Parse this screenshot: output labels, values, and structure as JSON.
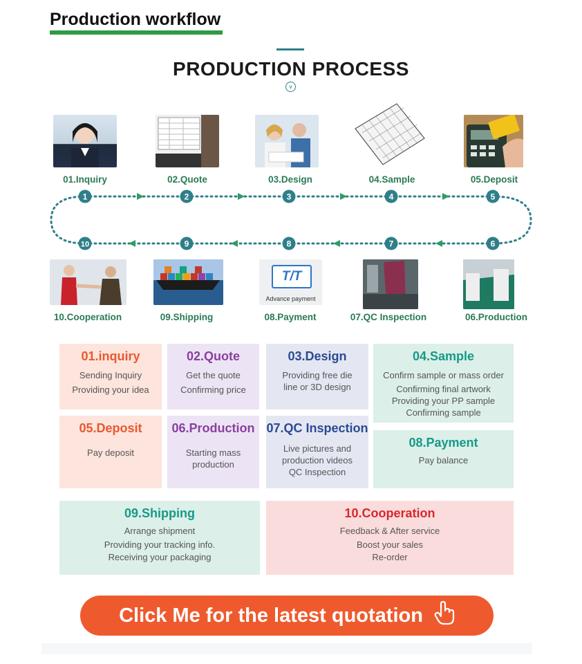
{
  "section_title": "Production workflow",
  "main_title": "PRODUCTION PROCESS",
  "steps_top": [
    {
      "num": "1",
      "label": "01.Inquiry",
      "icon": "customer-service-photo"
    },
    {
      "num": "2",
      "label": "02.Quote",
      "icon": "quote-spreadsheet-photo"
    },
    {
      "num": "3",
      "label": "03.Design",
      "icon": "design-meeting-photo"
    },
    {
      "num": "4",
      "label": "04.Sample",
      "icon": "sample-sketch-photo"
    },
    {
      "num": "5",
      "label": "05.Deposit",
      "icon": "card-payment-photo"
    }
  ],
  "steps_bottom": [
    {
      "num": "10",
      "label": "10.Cooperation",
      "icon": "handshake-photo"
    },
    {
      "num": "9",
      "label": "09.Shipping",
      "icon": "cargo-ship-photo"
    },
    {
      "num": "8",
      "label": "08.Payment",
      "icon": "tt-payment-icon",
      "icon_text": "T/T",
      "icon_caption": "Advance payment"
    },
    {
      "num": "7",
      "label": "07.QC Inspection",
      "icon": "qc-inspection-photo"
    },
    {
      "num": "6",
      "label": "06.Production",
      "icon": "factory-production-photo"
    }
  ],
  "cards": [
    {
      "title": "01.inquiry",
      "lines": [
        "Sending Inquiry",
        "Providing your idea"
      ],
      "bg": "#fde4dc",
      "color": "#e8592f"
    },
    {
      "title": "02.Quote",
      "lines": [
        "Get the quote",
        "Confirming price"
      ],
      "bg": "#ece4f4",
      "color": "#8a3fa0"
    },
    {
      "title": "03.Design",
      "lines": [
        "Providing free die",
        "line or 3D design"
      ],
      "bg": "#e4e7f2",
      "color": "#2c4a93"
    },
    {
      "title": "04.Sample",
      "lines": [
        "Confirm sample or mass order",
        "Confirming final artwork",
        "Providing your PP sample",
        "Confirming sample"
      ],
      "bg": "#dcefe9",
      "color": "#159a86"
    },
    {
      "title": "05.Deposit",
      "lines": [
        "Pay deposit"
      ],
      "bg": "#fde4dc",
      "color": "#e8592f"
    },
    {
      "title": "06.Production",
      "lines": [
        "Starting mass",
        "production"
      ],
      "bg": "#ece4f4",
      "color": "#8a3fa0"
    },
    {
      "title": "07.QC Inspection",
      "lines": [
        "Live pictures and",
        "production videos",
        "QC Inspection"
      ],
      "bg": "#e4e7f2",
      "color": "#2c4a93"
    },
    {
      "title": "08.Payment",
      "lines": [
        "Pay balance"
      ],
      "bg": "#dcefe9",
      "color": "#159a86"
    },
    {
      "title": "09.Shipping",
      "lines": [
        "Arrange shipment",
        "Providing your tracking info.",
        "Receiving your packaging"
      ],
      "bg": "#dcefe9",
      "color": "#159a86"
    },
    {
      "title": "10.Cooperation",
      "lines": [
        "Feedback & After service",
        "Boost your sales",
        "Re-order"
      ],
      "bg": "#fbdcdc",
      "color": "#d9262c"
    }
  ],
  "cta": {
    "label": "Click Me for the latest quotation",
    "icon": "hand-pointer-icon"
  },
  "colors": {
    "accent_green": "#2f9a41",
    "step_teal": "#2f7f8a",
    "label_green": "#2a7a55",
    "cta_orange": "#ee5a2e"
  }
}
